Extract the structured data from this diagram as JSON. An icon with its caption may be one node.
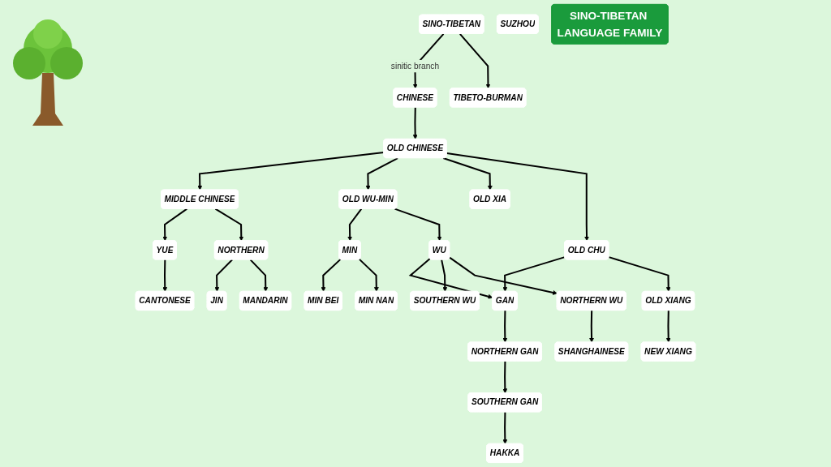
{
  "diagram": {
    "nodes": [
      {
        "text": [
          "SINO-TIBETAN"
        ]
      },
      {
        "text": [
          "CHINESE"
        ]
      },
      {
        "text": [
          "TIBETO-BURMAN"
        ]
      },
      {
        "text": [
          "OLD CHINESE"
        ]
      },
      {
        "text": [
          "MIDDLE CHINESE"
        ]
      },
      {
        "text": [
          "OLD WU-MIN"
        ]
      },
      {
        "text": [
          "OLD XIA"
        ]
      },
      {
        "text": [
          "OLD CHU"
        ]
      },
      {
        "text": [
          "YUE"
        ]
      },
      {
        "text": [
          "NORTHERN"
        ]
      },
      {
        "text": [
          "MIN"
        ]
      },
      {
        "text": [
          "WU"
        ]
      },
      {
        "text": [
          "GAN"
        ]
      },
      {
        "text": [
          "OLD XIANG"
        ]
      },
      {
        "text": [
          "CANTONESE"
        ]
      },
      {
        "text": [
          "JIN"
        ]
      },
      {
        "text": [
          "MANDARIN"
        ]
      },
      {
        "text": [
          "MIN BEI"
        ]
      },
      {
        "text": [
          "MIN NAN"
        ]
      },
      {
        "text": [
          "NEW XIANG"
        ]
      },
      {
        "text": [
          "NORTHERN GAN"
        ]
      },
      {
        "text": [
          "SOUTHERN WU"
        ]
      },
      {
        "text": [
          "NORTHERN WU"
        ]
      },
      {
        "text": [
          "SHANGHAINESE"
        ]
      },
      {
        "text": [
          "SOUTHERN GAN"
        ]
      },
      {
        "text": [
          "SUZHOU"
        ]
      },
      {
        "text": [
          "HAKKA"
        ]
      },
      {
        "text": [
          "SINO-TIBETAN LANGUAGE FAMILY"
        ]
      }
    ],
    "edges": [
      {
        "from": 0,
        "to": 1,
        "arrow": "to",
        "label": "sinitic branch"
      },
      {
        "from": 0,
        "to": 2,
        "arrow": "to"
      },
      {
        "from": 1,
        "to": 3,
        "arrow": "to"
      },
      {
        "from": 3,
        "to": 4,
        "arrow": "to"
      },
      {
        "from": 3,
        "to": 5,
        "arrow": "to"
      },
      {
        "from": 3,
        "to": 6,
        "arrow": "to"
      },
      {
        "from": 3,
        "to": 7,
        "arrow": "to"
      },
      {
        "from": 4,
        "to": 8,
        "arrow": "to"
      },
      {
        "from": 4,
        "to": 9,
        "arrow": "to"
      },
      {
        "from": 8,
        "to": 14,
        "arrow": "to"
      },
      {
        "from": 9,
        "to": 15,
        "arrow": "to"
      },
      {
        "from": 9,
        "to": 16,
        "arrow": "to"
      },
      {
        "from": 5,
        "to": 10,
        "arrow": "to"
      },
      {
        "from": 5,
        "to": 11,
        "arrow": "to"
      },
      {
        "from": 10,
        "to": 17,
        "arrow": "to"
      },
      {
        "from": 10,
        "to": 18,
        "arrow": "to"
      },
      {
        "from": 7,
        "to": 12,
        "arrow": "to"
      },
      {
        "from": 7,
        "to": 13,
        "arrow": "to"
      },
      {
        "from": 13,
        "to": 19,
        "arrow": "to"
      },
      {
        "from": 11,
        "to": 12,
        "arrow": "to"
      },
      {
        "from": 11,
        "to": 21,
        "arrow": "to"
      },
      {
        "from": 11,
        "to": 22,
        "arrow": "to"
      },
      {
        "from": 22,
        "to": 23,
        "arrow": "to"
      },
      {
        "from": 12,
        "to": 20,
        "arrow": "to"
      },
      {
        "from": 20,
        "to": 24,
        "arrow": "to"
      },
      {
        "from": 24,
        "to": 26,
        "arrow": "to"
      }
    ]
  }
}
